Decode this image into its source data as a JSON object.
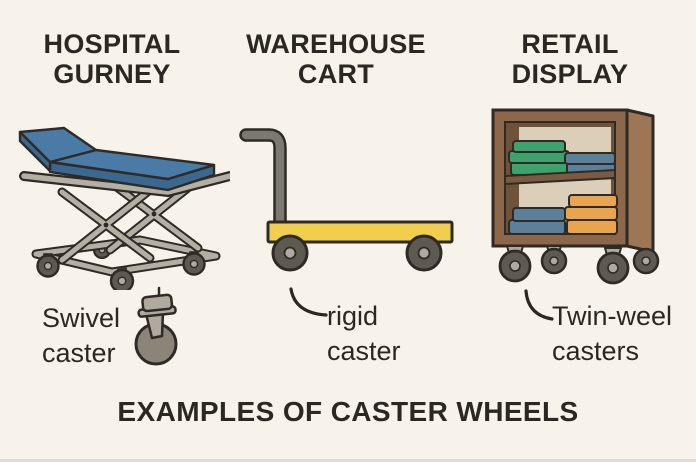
{
  "colors": {
    "background": "#F8F3EA",
    "ink": "#2B2722",
    "outline": "#2E2A25",
    "mattress_blue": "#4A7BA6",
    "mattress_blue_dark": "#3B688F",
    "frame_gray": "#B5AFA3",
    "frame_gray_dark": "#8F897D",
    "handle_gray": "#7C7872",
    "platform_yellow": "#F1CE4D",
    "wheel_dark": "#5E5A52",
    "wheel_mid": "#8A8479",
    "wheel_light": "#B0AA9E",
    "cabinet_brown": "#8C6749",
    "cabinet_brown_light": "#9D7656",
    "cabinet_brown_dark": "#6E523A",
    "shelf_brown": "#7B5B40",
    "cabinet_back": "#DCCFBA",
    "cloth_green": "#3EA26E",
    "cloth_blue": "#5C809A",
    "cloth_orange": "#E9A44F"
  },
  "columns": [
    {
      "title": "HOSPITAL GURNEY",
      "caption_lines": [
        "Swivel",
        "caster"
      ],
      "illustration": "hospital-gurney-with-swivel-casters"
    },
    {
      "title": "WAREHOUSE CART",
      "caption_lines": [
        "rigid",
        "caster"
      ],
      "illustration": "warehouse-platform-cart-with-rigid-casters"
    },
    {
      "title": "RETAIL DISPLAY",
      "caption_lines": [
        "Twin-weel",
        "casters"
      ],
      "illustration": "retail-display-cart-with-twin-wheel-casters"
    }
  ],
  "footer": {
    "title": "EXAMPLES OF CASTER WHEELS"
  }
}
